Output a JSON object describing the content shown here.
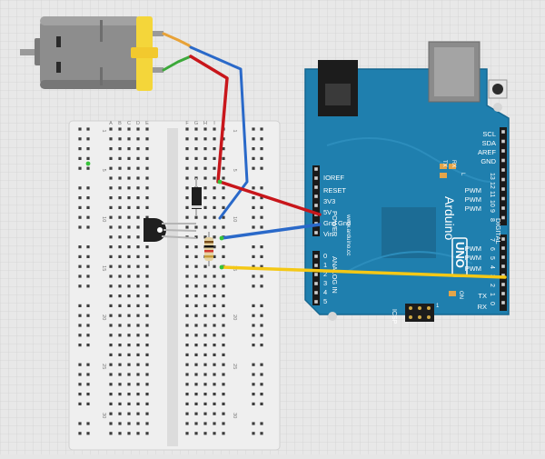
{
  "colors": {
    "background": "#e6e6e6",
    "grid": "#d4d4d4",
    "arduino_board": "#1f7fae",
    "arduino_text": "#ffffff",
    "breadboard": "#f1f1f1",
    "motor_body": "#8c8c8c",
    "motor_yellow": "#f4d63a",
    "wire_red": "#c8161b",
    "wire_blue": "#2a69c9",
    "wire_yellow": "#f4c816",
    "wire_green": "#3ca93a",
    "wire_orange": "#e8a237"
  },
  "arduino": {
    "brand": "Arduino",
    "model": "UNO",
    "website": "www.arduino.cc",
    "power_header_title": "POWER",
    "analog_header_title": "ANALOG IN",
    "digital_header_title": "DIGITAL",
    "power_pins": [
      "IOREF",
      "RESET",
      "3V3",
      "5V",
      "Gnd",
      "Gnd",
      "Vin"
    ],
    "analog_pins": [
      "0",
      "1",
      "2",
      "3",
      "4",
      "5"
    ],
    "top_right_labels": [
      "SCL",
      "SDA",
      "AREF",
      "GND"
    ],
    "pwm_labels": [
      "PWM",
      "PWM",
      "PWM",
      "PWM",
      "PWM",
      "PWM"
    ],
    "led_labels": [
      "TX",
      "RX",
      "L"
    ],
    "digital_pin_labels_upper": [
      "13",
      "12",
      "11",
      "10",
      "9",
      "8"
    ],
    "digital_pin_labels_lower": [
      "7",
      "6",
      "5",
      "4",
      "3",
      "2",
      "1",
      "0"
    ],
    "tx_label": "TX",
    "rx_label": "RX",
    "on_label": "ON",
    "icsp_label": "ICSP",
    "icsp_pin_label": "1"
  },
  "breadboard": {
    "row_numbers": [
      "1",
      "5",
      "10",
      "15",
      "20",
      "25",
      "30"
    ],
    "column_letters": [
      "A",
      "B",
      "C",
      "D",
      "E",
      "F",
      "G",
      "H",
      "I",
      "J"
    ]
  }
}
